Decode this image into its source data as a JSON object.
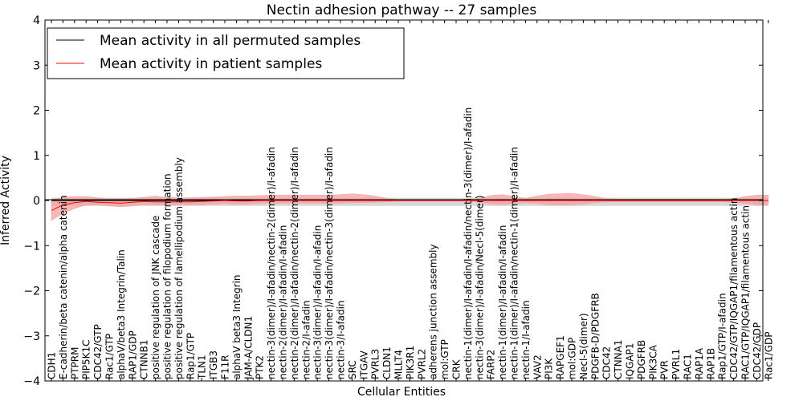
{
  "chart_data": {
    "type": "line",
    "title": "Nectin adhesion pathway -- 27 samples",
    "xlabel": "Cellular Entities",
    "ylabel": "Inferred Activity",
    "ylim": [
      -4,
      4
    ],
    "yticks": [
      "−4",
      "−3",
      "−2",
      "−1",
      "0",
      "1",
      "2",
      "3",
      "4"
    ],
    "grid": false,
    "legend_position": "top-left",
    "colors": {
      "permuted": "#000000",
      "patient": "#ff0000",
      "patient_band": "#f5a0a0",
      "permuted_band": "#c8c8c8"
    },
    "categories": [
      "CDH1",
      "E-cadherin/beta catenin/alpha catenin",
      "PTPRM",
      "PIP5K1C",
      "CDC42/GTP",
      "Rac1/GTP",
      "alphaV/beta3 Integrin/Talin",
      "RAP1/GDP",
      "CTNNB1",
      "positive regulation of JNK cascade",
      "positive regulation of filopodium formation",
      "positive regulation of lamellipodium assembly",
      "Rap1/GTP",
      "TLN1",
      "ITGB3",
      "F11R",
      "alphaV beta3 Integrin",
      "JAM-A/CLDN1",
      "PTK2",
      "nectin-3(dimer)/I-afadin/nectin-2(dimer)/I-afadin",
      "nectin-2(dimer)/I-afadin/I-afadin",
      "nectin-2(dimer)/I-afadin/nectin-2(dimer)/I-afadin",
      "nectin-2/I-afadin",
      "nectin-3(dimer)/I-afadin/I-afadin",
      "nectin-3(dimer)/I-afadin/nectin-3(dimer)/I-afadin",
      "nectin-3/I-afadin",
      "SRC",
      "ITGAV",
      "PVRL3",
      "CLDN1",
      "MLLT4",
      "PIK3R1",
      "PVRL2",
      "adherens junction assembly",
      "mol:GTP",
      "CRK",
      "nectin-1(dimer)/I-afadin/I-afadin/nectin-3(dimer)/I-afadin",
      "nectin-3(dimer)/I-afadin/Necl-5(dimer)",
      "FARP2",
      "nectin-1(dimer)/I-afadin/I-afadin",
      "nectin-1(dimer)/I-afadin/nectin-1(dimer)/I-afadin",
      "nectin-1/I-afadin",
      "VAV2",
      "PI3K",
      "RAPGEF1",
      "mol:GDP",
      "Necl-5(dimer)",
      "PDGFB-D/PDGFRB",
      "CDC42",
      "CTNNA1",
      "IQGAP1",
      "PDGFRB",
      "PIK3CA",
      "PVR",
      "PVRL1",
      "RAC1",
      "RAP1A",
      "RAP1B",
      "Rap1/GTP/I-afadin",
      "CDC42/GTP/IQGAP1/filamentous actin",
      "RAC1/GTP/IQGAP1/filamentous actin",
      "CDC42/GDP",
      "Rac1/GDP"
    ],
    "series": [
      {
        "name": "Mean activity in all permuted samples",
        "color": "#000000",
        "values": [
          0,
          0,
          0,
          0,
          0,
          0,
          0,
          0,
          0,
          0,
          0,
          0,
          0,
          0,
          0,
          0,
          0,
          0,
          0,
          0,
          0,
          0,
          0,
          0,
          0,
          0,
          0,
          0,
          0,
          0,
          0,
          0,
          0,
          0,
          0,
          0,
          0,
          0,
          0,
          0,
          0,
          0,
          0,
          0,
          0,
          0,
          0,
          0,
          0,
          0,
          0,
          0,
          0,
          0,
          0,
          0,
          0,
          0,
          0,
          0,
          0,
          0,
          0
        ],
        "band_upper": [
          0.06,
          0.06,
          0.06,
          0.06,
          0.06,
          0.06,
          0.06,
          0.06,
          0.06,
          0.06,
          0.06,
          0.06,
          0.06,
          0.06,
          0.06,
          0.06,
          0.06,
          0.06,
          0.06,
          0.06,
          0.06,
          0.06,
          0.06,
          0.06,
          0.06,
          0.06,
          0.06,
          0.06,
          0.06,
          0.06,
          0.06,
          0.06,
          0.06,
          0.06,
          0.06,
          0.06,
          0.06,
          0.06,
          0.06,
          0.06,
          0.06,
          0.06,
          0.06,
          0.06,
          0.06,
          0.06,
          0.06,
          0.06,
          0.06,
          0.06,
          0.06,
          0.06,
          0.06,
          0.06,
          0.06,
          0.06,
          0.06,
          0.06,
          0.06,
          0.06,
          0.06,
          0.06,
          0.06
        ],
        "band_lower": [
          -0.12,
          -0.12,
          -0.12,
          -0.12,
          -0.12,
          -0.12,
          -0.12,
          -0.12,
          -0.12,
          -0.12,
          -0.12,
          -0.12,
          -0.12,
          -0.12,
          -0.12,
          -0.12,
          -0.12,
          -0.12,
          -0.12,
          -0.12,
          -0.12,
          -0.12,
          -0.12,
          -0.12,
          -0.12,
          -0.12,
          -0.12,
          -0.12,
          -0.12,
          -0.12,
          -0.12,
          -0.12,
          -0.12,
          -0.12,
          -0.12,
          -0.12,
          -0.12,
          -0.12,
          -0.12,
          -0.12,
          -0.12,
          -0.12,
          -0.12,
          -0.12,
          -0.12,
          -0.12,
          -0.12,
          -0.12,
          -0.12,
          -0.12,
          -0.12,
          -0.12,
          -0.12,
          -0.12,
          -0.12,
          -0.12,
          -0.12,
          -0.12,
          -0.12,
          -0.12,
          -0.12,
          -0.12,
          -0.12
        ]
      },
      {
        "name": "Mean activity in patient samples",
        "color": "#ff0000",
        "values": [
          -0.22,
          -0.1,
          -0.05,
          -0.02,
          -0.04,
          -0.05,
          -0.06,
          -0.04,
          -0.02,
          -0.03,
          -0.03,
          -0.03,
          -0.03,
          -0.02,
          -0.01,
          0,
          -0.01,
          -0.01,
          0,
          0,
          0,
          0,
          0,
          0,
          0,
          0,
          0,
          0,
          0,
          0,
          0,
          0,
          0,
          0,
          0,
          0,
          0,
          0,
          0,
          0,
          0,
          0,
          0,
          0,
          0,
          0,
          0,
          0,
          0,
          0,
          0,
          0,
          0,
          0,
          0,
          0,
          0,
          0,
          0,
          0,
          0,
          0,
          0
        ],
        "band_upper": [
          0.02,
          0.07,
          0.09,
          0.09,
          0.06,
          0.04,
          0.04,
          0.05,
          0.07,
          0.1,
          0.07,
          0.06,
          0.06,
          0.07,
          0.08,
          0.09,
          0.1,
          0.1,
          0.11,
          0.12,
          0.12,
          0.12,
          0.12,
          0.12,
          0.12,
          0.13,
          0.15,
          0.13,
          0.1,
          0.05,
          0.02,
          0.02,
          0.02,
          0.02,
          0.02,
          0.02,
          0.02,
          0.05,
          0.11,
          0.13,
          0.09,
          0.05,
          0.1,
          0.14,
          0.15,
          0.16,
          0.13,
          0.09,
          0.04,
          0.03,
          0.03,
          0.03,
          0.03,
          0.03,
          0.03,
          0.03,
          0.03,
          0.03,
          0.03,
          0.04,
          0.09,
          0.12,
          0.12
        ],
        "band_lower": [
          -0.45,
          -0.28,
          -0.18,
          -0.1,
          -0.1,
          -0.12,
          -0.14,
          -0.12,
          -0.09,
          -0.1,
          -0.1,
          -0.1,
          -0.1,
          -0.09,
          -0.08,
          -0.07,
          -0.08,
          -0.08,
          -0.06,
          -0.06,
          -0.06,
          -0.06,
          -0.06,
          -0.06,
          -0.06,
          -0.06,
          -0.05,
          -0.05,
          -0.04,
          -0.03,
          -0.02,
          -0.02,
          -0.02,
          -0.02,
          -0.02,
          -0.02,
          -0.02,
          -0.04,
          -0.08,
          -0.09,
          -0.07,
          -0.05,
          -0.07,
          -0.1,
          -0.1,
          -0.1,
          -0.08,
          -0.05,
          -0.03,
          -0.03,
          -0.03,
          -0.03,
          -0.03,
          -0.03,
          -0.03,
          -0.03,
          -0.03,
          -0.03,
          -0.03,
          -0.04,
          -0.07,
          -0.1,
          -0.1
        ]
      }
    ]
  }
}
